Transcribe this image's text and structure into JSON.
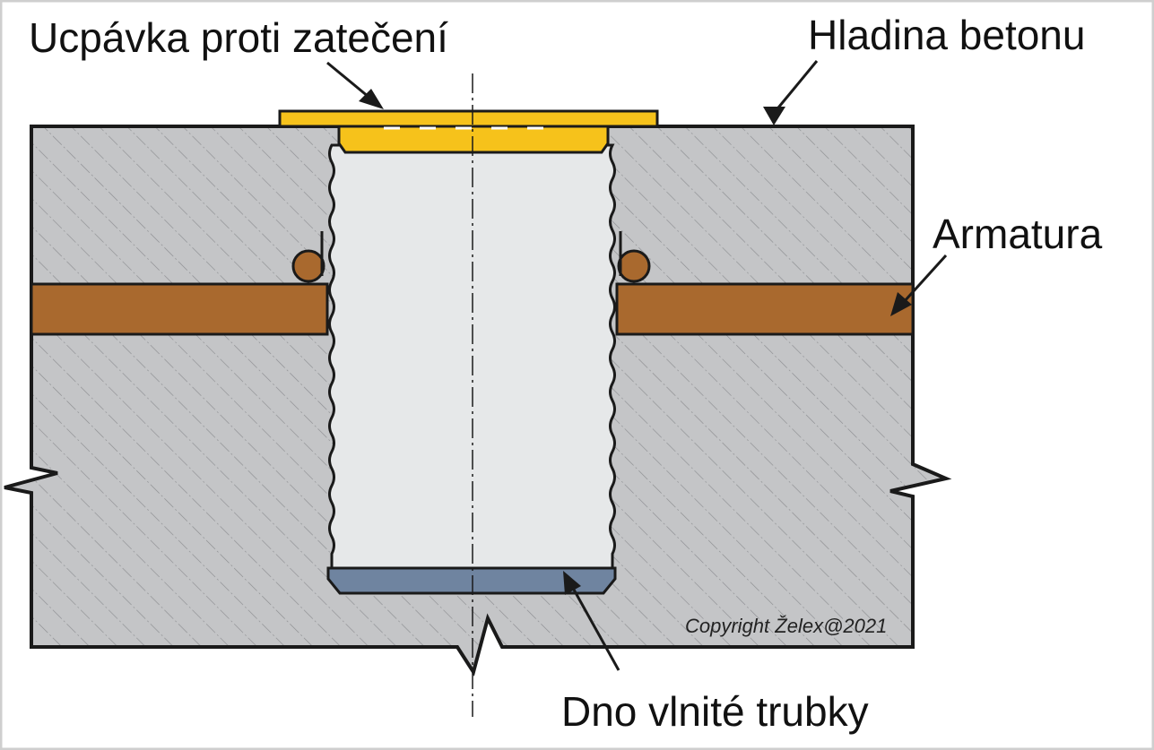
{
  "labels": {
    "seal": "Ucpávka proti zatečení",
    "concrete_level": "Hladina betonu",
    "rebar": "Armatura",
    "tube_bottom": "Dno vlnité trubky"
  },
  "copyright": "Copyright Želex@2021",
  "colors": {
    "concrete": "#c4c5c7",
    "hatch": "#8d8e91",
    "tube_interior": "#e6e8e9",
    "seal": "#f6c21b",
    "rebar": "#a9692e",
    "tube_bottom": "#6f84a0",
    "outline": "#1a1a1a",
    "frame": "#cfcfcf"
  }
}
